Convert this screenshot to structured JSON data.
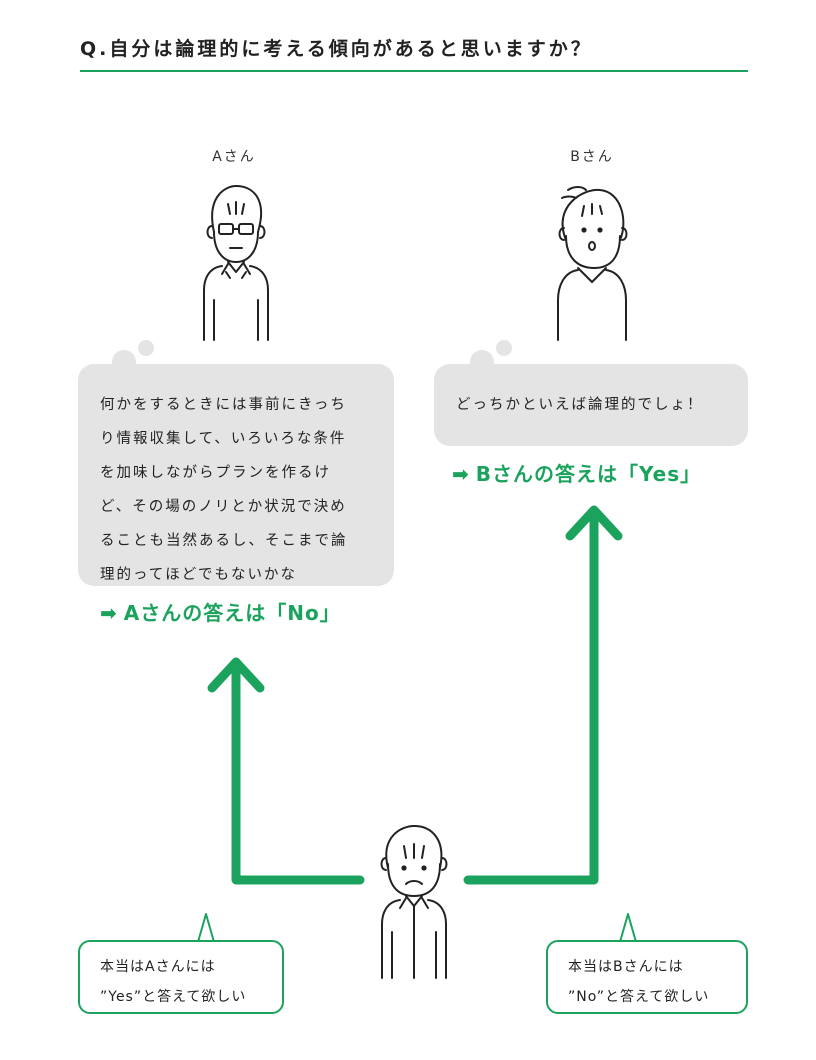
{
  "question": "Q.自分は論理的に考える傾向があると思いますか？",
  "person_a": {
    "label": "Aさん",
    "bubble_lines": [
      "何かをするときには事前にきっち",
      "り情報収集して、いろいろな条件",
      "を加味しながらプランを作るけ",
      "ど、その場のノリとか状況で決め",
      "ることも当然あるし、そこまで論",
      "理的ってほどでもないかな"
    ],
    "answer": "Aさんの答えは「No」"
  },
  "person_b": {
    "label": "Bさん",
    "bubble_lines": [
      "どっちかといえば論理的でしょ！"
    ],
    "answer": "Bさんの答えは「Yes」"
  },
  "callout_left": {
    "lines": [
      "本当はAさんには",
      "”Yes”と答えて欲しい"
    ]
  },
  "callout_right": {
    "lines": [
      "本当はBさんには",
      "”No”と答えて欲しい"
    ]
  },
  "colors": {
    "accent": "#1ba35d",
    "bubble": "#e4e4e4",
    "ink": "#222222"
  },
  "icons": {
    "answer_arrow": "right-arrow-icon"
  }
}
